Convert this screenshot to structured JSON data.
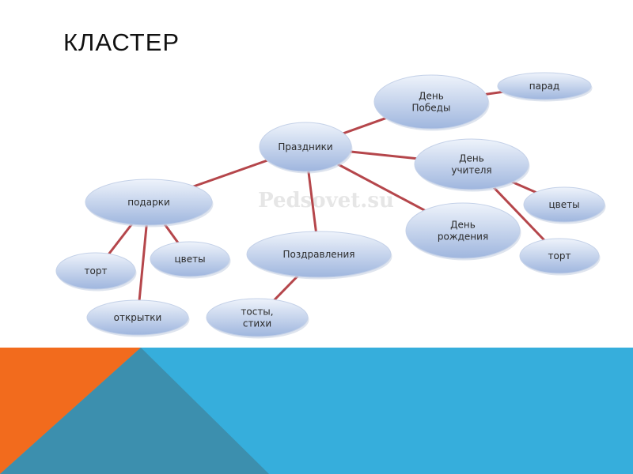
{
  "slide": {
    "title": "КЛАСТЕР",
    "watermark": "Pedsovet.su"
  },
  "colors": {
    "node_fill_top": "#eef3fb",
    "node_fill_bottom": "#9fb6de",
    "node_stroke": "#c4d1e8",
    "connector": "#b5464b",
    "band_blue": "#36aedc",
    "band_orange": "#f26b1d",
    "band_teal": "#3c8fae"
  },
  "diagram": {
    "nodes": [
      {
        "id": "prazdniki",
        "lines": [
          "Праздники"
        ]
      },
      {
        "id": "den-pobedy",
        "lines": [
          "День",
          "Победы"
        ]
      },
      {
        "id": "parad",
        "lines": [
          "парад"
        ]
      },
      {
        "id": "den-uchitelya",
        "lines": [
          "День",
          "учителя"
        ]
      },
      {
        "id": "tsvety-right",
        "lines": [
          "цветы"
        ]
      },
      {
        "id": "tort-right",
        "lines": [
          "торт"
        ]
      },
      {
        "id": "den-rozhdeniya",
        "lines": [
          "День",
          "рождения"
        ]
      },
      {
        "id": "pozdravleniya",
        "lines": [
          "Поздравления"
        ]
      },
      {
        "id": "tosty-stikhi",
        "lines": [
          "тосты,",
          "стихи"
        ]
      },
      {
        "id": "podarki",
        "lines": [
          "подарки"
        ]
      },
      {
        "id": "tort-left",
        "lines": [
          "торт"
        ]
      },
      {
        "id": "tsvety-left",
        "lines": [
          "цветы"
        ]
      },
      {
        "id": "otkrytki",
        "lines": [
          "открытки"
        ]
      }
    ],
    "edges": [
      [
        "prazdniki",
        "den-pobedy"
      ],
      [
        "den-pobedy",
        "parad"
      ],
      [
        "prazdniki",
        "den-uchitelya"
      ],
      [
        "den-uchitelya",
        "tsvety-right"
      ],
      [
        "den-uchitelya",
        "tort-right"
      ],
      [
        "prazdniki",
        "den-rozhdeniya"
      ],
      [
        "prazdniki",
        "pozdravleniya"
      ],
      [
        "pozdravleniya",
        "tosty-stikhi"
      ],
      [
        "prazdniki",
        "podarki"
      ],
      [
        "podarki",
        "tort-left"
      ],
      [
        "podarki",
        "tsvety-left"
      ],
      [
        "podarki",
        "otkrytki"
      ]
    ]
  }
}
